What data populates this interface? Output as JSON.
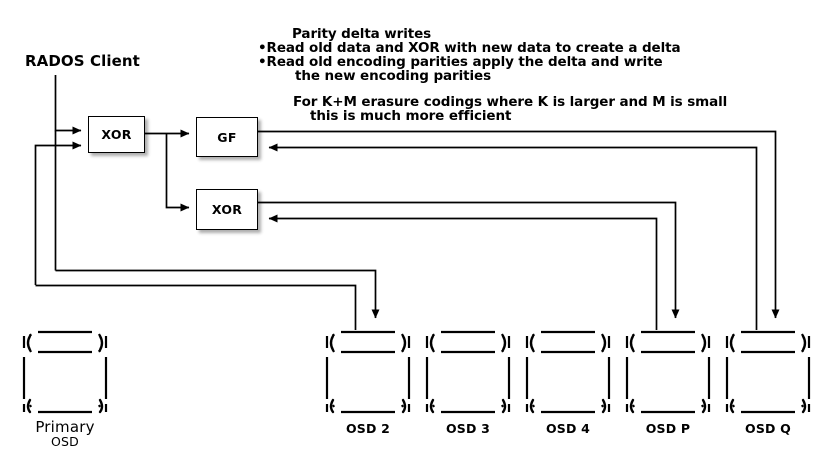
{
  "diagram": {
    "title_note": {
      "heading": "Parity delta writes",
      "bullets": [
        "Read old data and XOR with new data to create a delta",
        "Read old encoding parities apply the delta and write",
        "the new encoding parities"
      ]
    },
    "efficiency_note": {
      "line1": "For K+M erasure codings where K is larger and M is small",
      "line2": "this is much more efficient"
    },
    "client_label": "RADOS Client",
    "boxes": [
      {
        "id": "xor-1",
        "label": "XOR"
      },
      {
        "id": "gf",
        "label": "GF"
      },
      {
        "id": "xor-2",
        "label": "XOR"
      }
    ],
    "primary_osd": {
      "line1": "Primary",
      "line2": "OSD"
    },
    "osds": [
      {
        "id": "osd-2",
        "label": "OSD 2"
      },
      {
        "id": "osd-3",
        "label": "OSD 3"
      },
      {
        "id": "osd-4",
        "label": "OSD 4"
      },
      {
        "id": "osd-p",
        "label": "OSD P"
      },
      {
        "id": "osd-q",
        "label": "OSD Q"
      }
    ],
    "colors": {
      "stroke": "#000000",
      "background": "#ffffff",
      "box_fill": "#ffffff"
    }
  }
}
